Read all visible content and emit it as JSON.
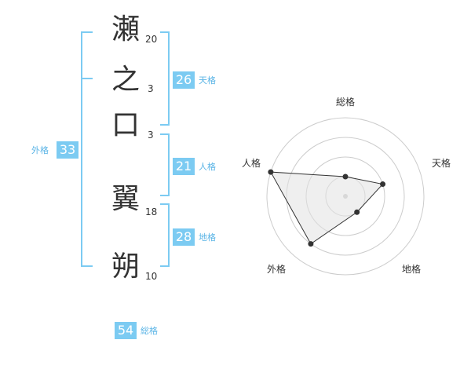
{
  "colors": {
    "accent": "#7ccbf2",
    "text": "#333333",
    "label": "#5ab4e6"
  },
  "characters": [
    {
      "char": "瀬",
      "strokes": "20"
    },
    {
      "char": "之",
      "strokes": "3"
    },
    {
      "char": "口",
      "strokes": "3"
    },
    {
      "char": "翼",
      "strokes": "18"
    },
    {
      "char": "朔",
      "strokes": "10"
    }
  ],
  "kaku": {
    "tenkaku": {
      "value": "26",
      "label": "天格"
    },
    "jinkaku": {
      "value": "21",
      "label": "人格"
    },
    "chikaku": {
      "value": "28",
      "label": "地格"
    },
    "gaikaku": {
      "value": "33",
      "label": "外格"
    },
    "soukaku": {
      "value": "54",
      "label": "総格"
    }
  },
  "chart_data": {
    "type": "radar",
    "axes": [
      "総格",
      "天格",
      "地格",
      "外格",
      "人格"
    ],
    "rings": 4,
    "max": 4,
    "values": [
      1,
      2,
      1,
      3,
      4
    ]
  }
}
